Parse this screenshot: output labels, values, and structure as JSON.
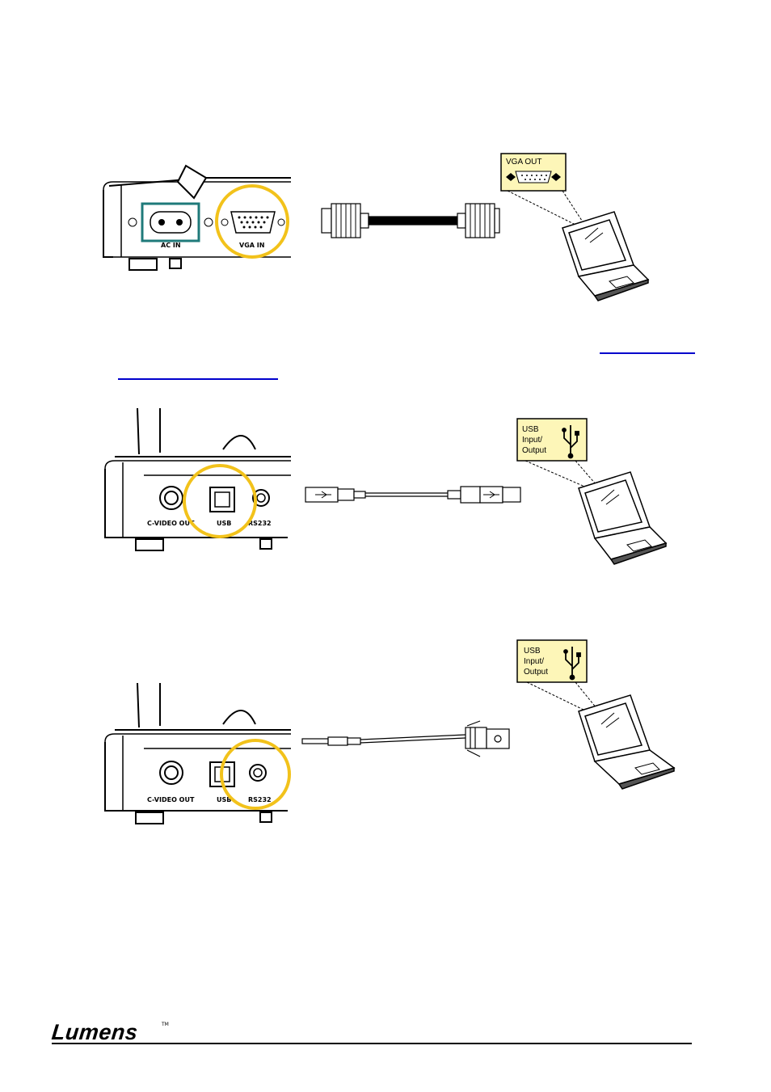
{
  "figure1": {
    "labels": {
      "ac_in": "AC IN",
      "vga_in": "VGA IN"
    },
    "callout": "VGA OUT"
  },
  "links": [
    "",
    ""
  ],
  "figure2": {
    "labels": {
      "c_video_out": "C-VIDEO OUT",
      "usb": "USB",
      "rs232": "RS232"
    },
    "callout": [
      "USB",
      "Input/",
      "Output"
    ]
  },
  "figure3": {
    "labels": {
      "c_video_out": "C-VIDEO OUT",
      "usb": "USB",
      "rs232": "RS232"
    },
    "callout": [
      "USB",
      "Input/",
      "Output"
    ]
  },
  "footer": {
    "logo": "Lumens",
    "trademark": "TM"
  },
  "colors": {
    "highlight": "#f2c21b",
    "callout_bg": "#fdf6b8",
    "port_teal": "#1f7a7a"
  },
  "icons": [
    "vga-port-icon",
    "usb-port-icon",
    "rs232-port-icon",
    "laptop-icon",
    "usb-symbol-icon"
  ]
}
